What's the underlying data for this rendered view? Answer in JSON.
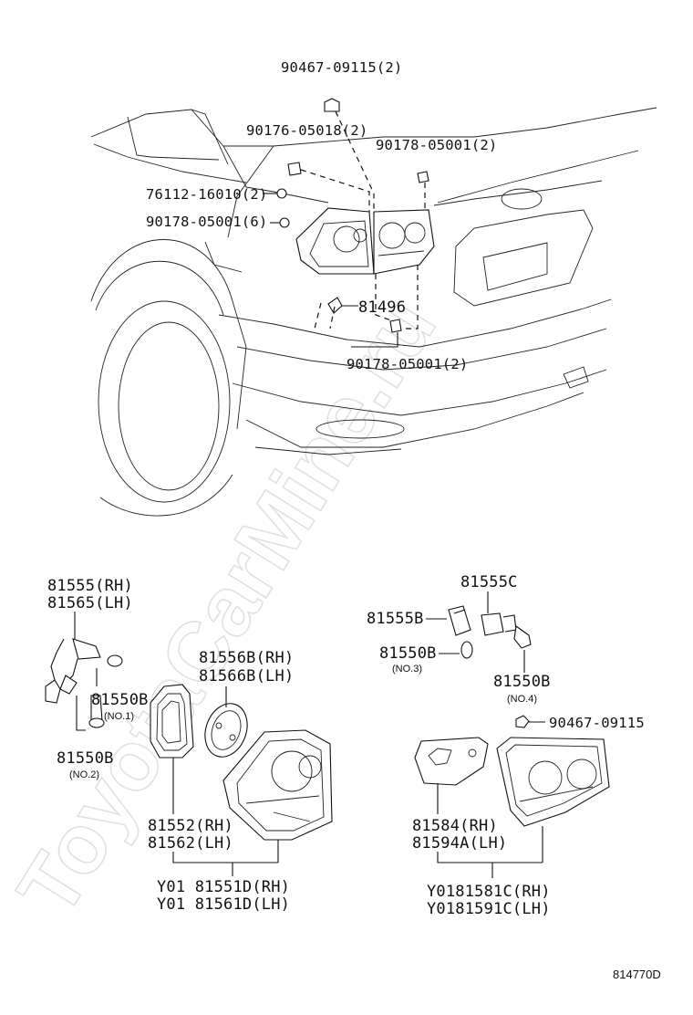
{
  "labels": {
    "top_bolt": "90467-09115(2)",
    "screw_left": "90176-05018(2)",
    "nut_right_top": "90178-05001(2)",
    "clip": "76112-16010(2)",
    "nut_left": "90178-05001(6)",
    "lamp_ref": "81496",
    "nut_bottom": "90178-05001(2)",
    "rh_socket": "81555(RH)",
    "lh_socket": "81565(LH)",
    "bulb_no1": "81550B",
    "bulb_no1_note": "(NO.1)",
    "bulb_no2": "81550B",
    "bulb_no2_note": "(NO.2)",
    "socket_plate_rh": "81556B(RH)",
    "socket_plate_lh": "81566B(LH)",
    "gasket_rh": "81552(RH)",
    "gasket_lh": "81562(LH)",
    "lamp_assy_rh": "Y01 81551D(RH)",
    "lamp_assy_lh": "Y01 81561D(LH)",
    "socket_c": "81555C",
    "socket_b": "81555B",
    "bulb_no3": "81550B",
    "bulb_no3_note": "(NO.3)",
    "bulb_no4": "81550B",
    "bulb_no4_note": "(NO.4)",
    "bolt_single": "90467-09115",
    "gasket2_rh": "81584(RH)",
    "gasket2_lh": "81594A(LH)",
    "lamp2_rh": "Y0181581C(RH)",
    "lamp2_lh": "Y0181591C(LH)",
    "fig_code": "814770D",
    "watermark": "ToyotaCarMine.ru"
  }
}
